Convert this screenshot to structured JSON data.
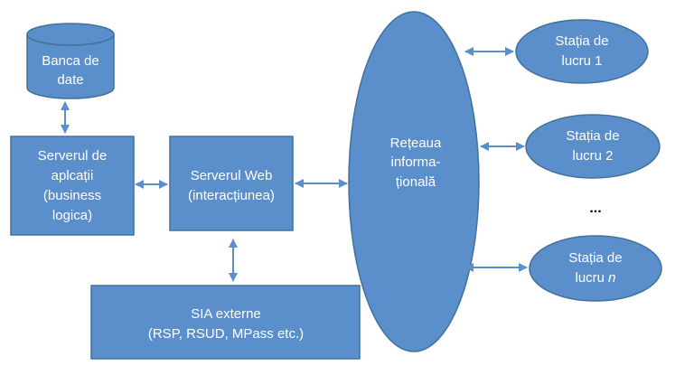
{
  "nodes": {
    "database": {
      "lines": [
        "Banca de",
        "date"
      ]
    },
    "app_server": {
      "lines": [
        "Serverul de",
        "aplcații",
        "(business",
        "logica)"
      ]
    },
    "web_server": {
      "lines": [
        "Serverul Web",
        "(interacțiunea)"
      ]
    },
    "external": {
      "lines": [
        "SIA externe",
        "(RSP, RSUD, MPass etc.)"
      ]
    },
    "network": {
      "lines": [
        "Rețeaua",
        "informa-",
        "țională"
      ]
    },
    "station1": {
      "lines": [
        "Stația de",
        "lucru 1"
      ]
    },
    "station2": {
      "lines": [
        "Stația de",
        "lucru 2"
      ]
    },
    "station_n": {
      "lines": [
        "Stația de"
      ],
      "line2_prefix": "lucru ",
      "line2_italic": "n"
    }
  },
  "ellipsis": "...",
  "colors": {
    "fill": "#5b8fcb",
    "stroke": "#41719c",
    "text": "#ffffff"
  }
}
